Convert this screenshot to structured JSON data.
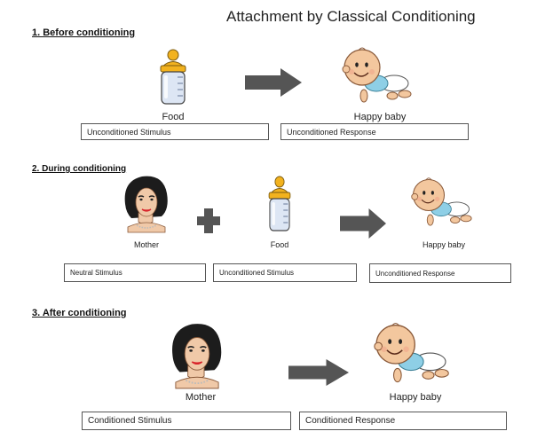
{
  "title": "Attachment by Classical Conditioning",
  "stages": [
    {
      "heading": "1.  Before conditioning",
      "captions": [
        "Food",
        "Happy baby"
      ],
      "boxes": [
        "Unconditioned Stimulus",
        "Unconditioned Response"
      ]
    },
    {
      "heading": "2.  During conditioning",
      "captions": [
        "Mother",
        "Food",
        "Happy baby"
      ],
      "boxes": [
        "Neutral Stimulus",
        "Unconditioned Stimulus",
        "Unconditioned Response"
      ]
    },
    {
      "heading": "3.  After conditioning",
      "captions": [
        "Mother",
        "Happy baby"
      ],
      "boxes": [
        "Conditioned Stimulus",
        "Conditioned Response"
      ]
    }
  ],
  "colors": {
    "arrow": "#555555",
    "bottle_cap": "#f2b21e",
    "bottle_body": "#dde6f4",
    "baby_skin": "#f3c79e",
    "baby_shirt": "#8ecfe6",
    "mother_hair": "#1c1c1c",
    "mother_lips": "#d8232a"
  },
  "icons": [
    "bottle-icon",
    "baby-icon",
    "mother-icon",
    "plus-icon",
    "arrow-icon"
  ]
}
